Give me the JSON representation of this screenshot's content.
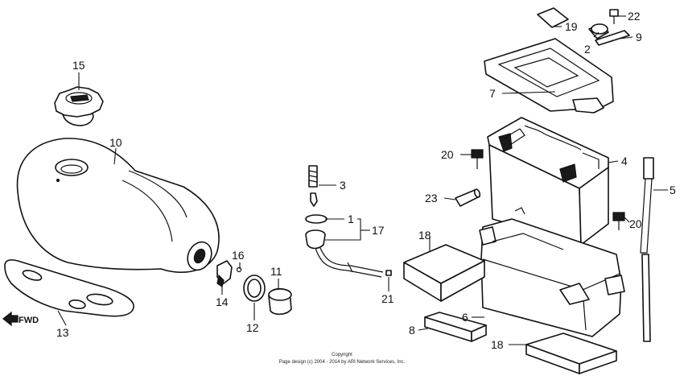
{
  "callouts": {
    "c1": "1",
    "c2": "2",
    "c3": "3",
    "c4": "4",
    "c5": "5",
    "c6": "6",
    "c7": "7",
    "c8": "8",
    "c9": "9",
    "c10": "10",
    "c11": "11",
    "c12": "12",
    "c13": "13",
    "c14": "14",
    "c15": "15",
    "c16": "16",
    "c17": "17",
    "c18a": "18",
    "c18b": "18",
    "c19": "19",
    "c20a": "20",
    "c20b": "20",
    "c21": "21",
    "c22": "22",
    "c23": "23"
  },
  "direction_label": "FWD",
  "copyright": {
    "line1": "Copyright",
    "line2": "Page design (c) 2004 - 2014 by ARI Network Services, Inc."
  }
}
